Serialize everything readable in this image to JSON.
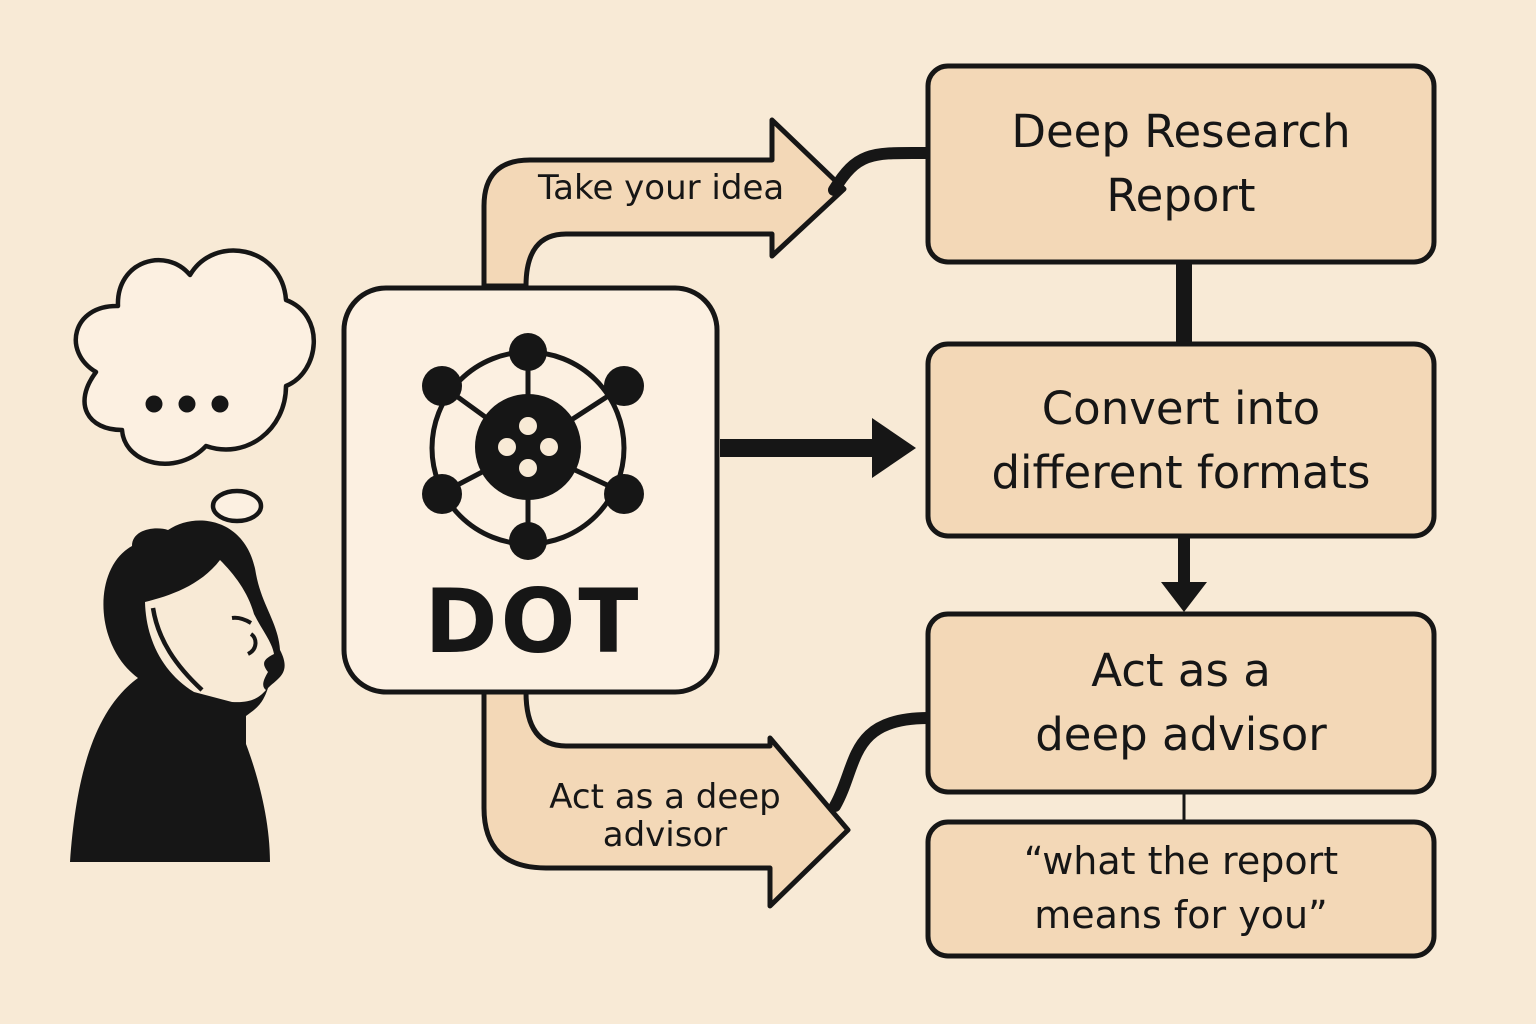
{
  "dot": {
    "label": "DOT",
    "icon": "network-hub-icon"
  },
  "thought": {
    "icon": "thought-bubble-icon",
    "dots_icon": "ellipsis-icon"
  },
  "person": {
    "icon": "woman-profile-icon"
  },
  "arrows": {
    "take_idea": "Take your idea",
    "deep_advisor": "Act as a deep\nadvisor"
  },
  "boxes": {
    "deep_research": "Deep Research\nReport",
    "convert": "Convert into\ndifferent formats",
    "advisor": "Act as a\ndeep advisor",
    "quote": "“what the report\nmeans for you”"
  },
  "colors": {
    "background": "#f8ead6",
    "box_fill": "#f3d8b7",
    "dot_fill": "#fcf0e1",
    "ink": "#161616"
  }
}
